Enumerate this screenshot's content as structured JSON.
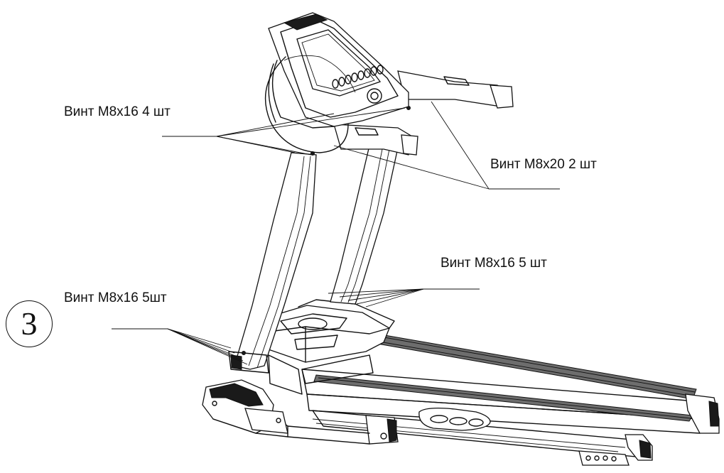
{
  "step": "3",
  "callouts": [
    {
      "id": "upper-left",
      "text": "Винт M8x16 4 шт"
    },
    {
      "id": "upper-right",
      "text": "Винт M8x20 2 шт"
    },
    {
      "id": "mid-right",
      "text": "Винт M8x16 5 шт"
    },
    {
      "id": "lower-left",
      "text": "Винт M8x16 5шт"
    }
  ]
}
